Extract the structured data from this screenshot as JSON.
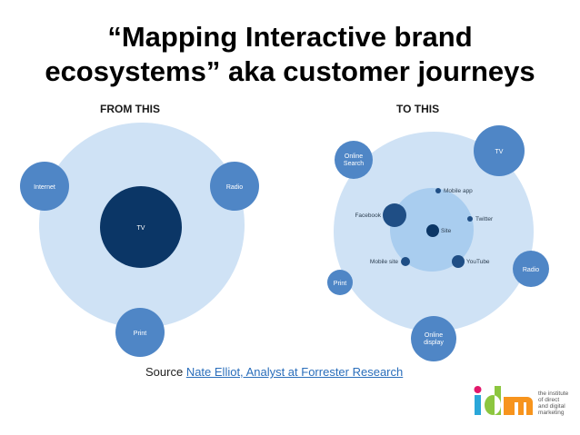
{
  "title_line1": "“Mapping Interactive brand",
  "title_line2": "ecosystems” aka customer journeys",
  "from_label": "FROM THIS",
  "to_label": "TO THIS",
  "left_nodes": {
    "internet": "Internet",
    "radio": "Radio",
    "tv": "TV",
    "print": "Print"
  },
  "right_nodes": {
    "online_search_1": "Online",
    "online_search_2": "Search",
    "tv": "TV",
    "facebook": "Facebook",
    "mobile_app": "Mobile app",
    "twitter": "Twitter",
    "site": "Site",
    "mobile_site": "Mobile site",
    "youtube": "YouTube",
    "radio": "Radio",
    "print": "Print",
    "online_display_1": "Online",
    "online_display_2": "display"
  },
  "source_prefix": "Source ",
  "source_link": "Nate Elliot,  Analyst at Forrester Research",
  "logo": {
    "mark": "idm",
    "text_lines": [
      "the institute",
      "of direct",
      "and digital",
      "marketing"
    ]
  },
  "colors": {
    "pale_circle": "#cfe2f5",
    "mid_circle": "#a9cdef",
    "node": "#4f86c6",
    "dark_node": "#0b3666",
    "small_node": "#1f4e85"
  }
}
